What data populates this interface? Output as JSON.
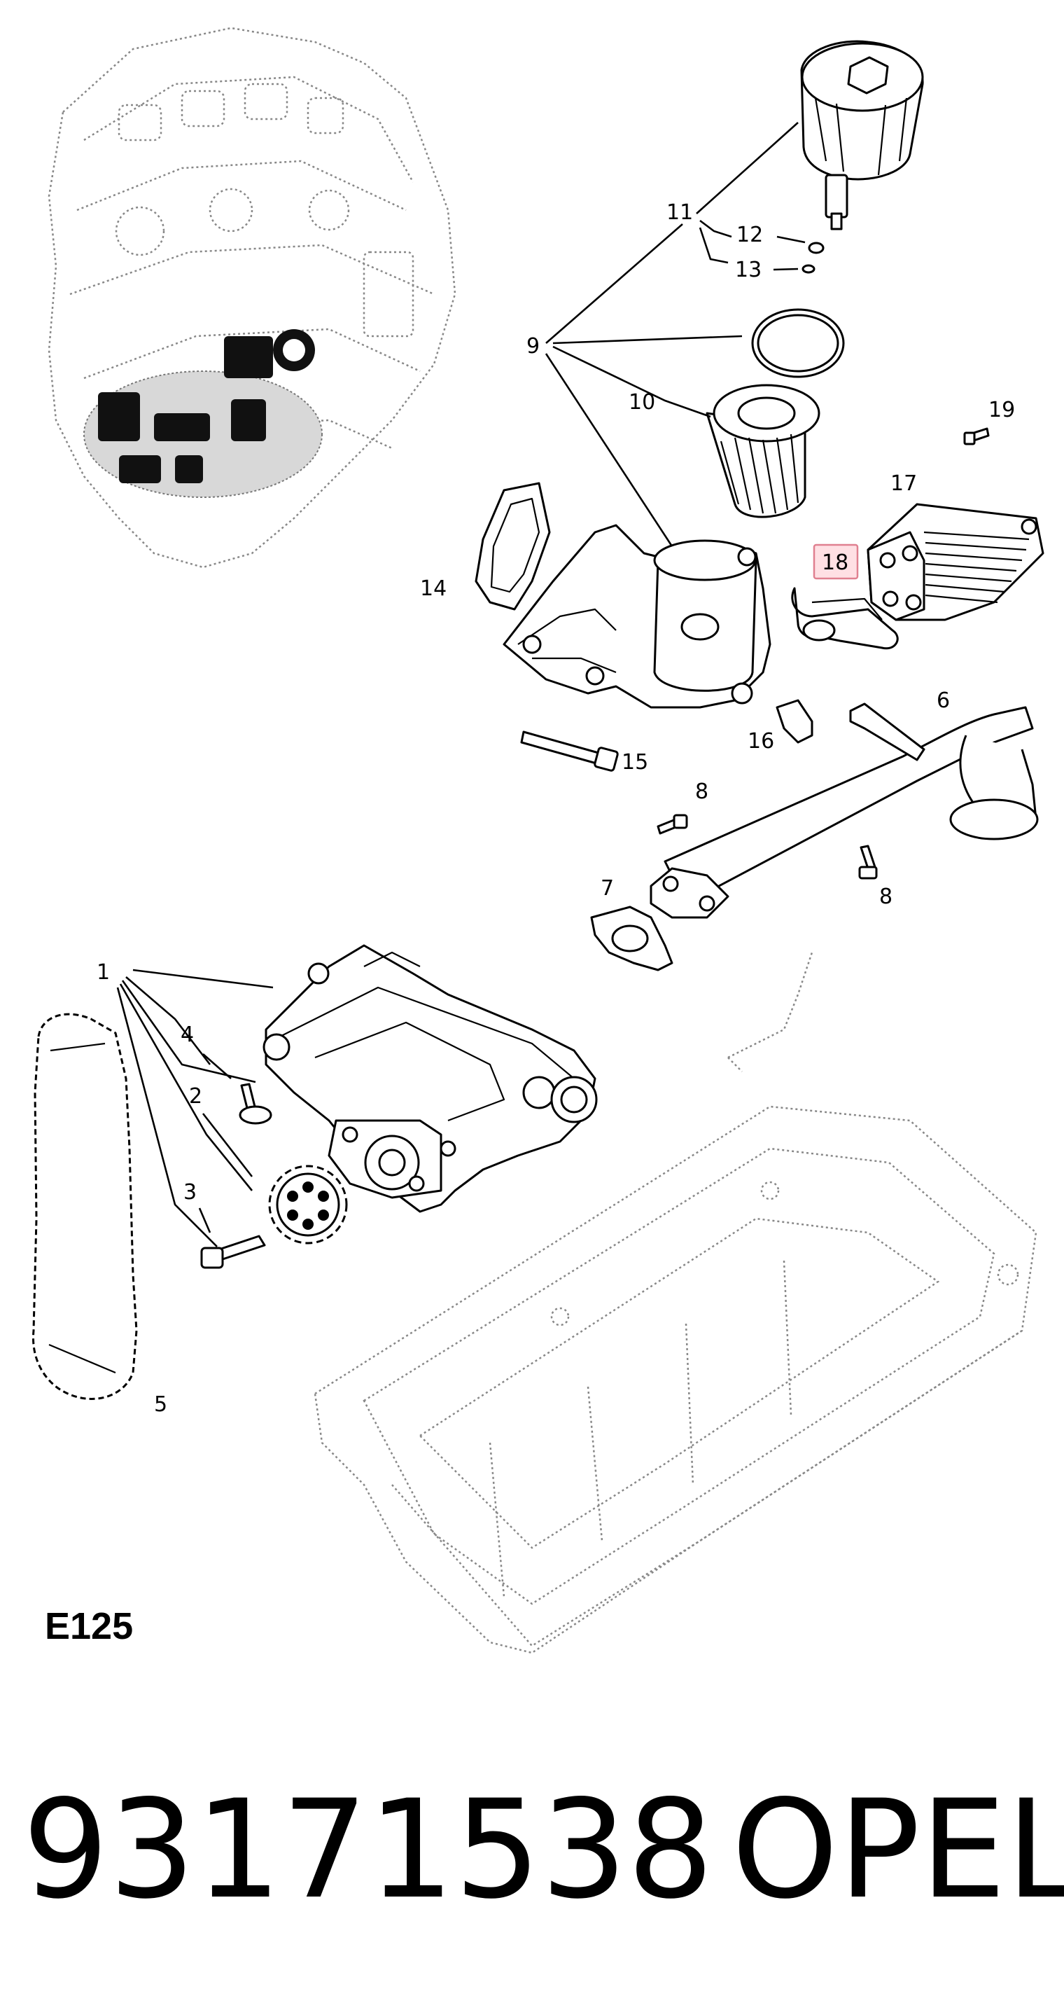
{
  "diagram": {
    "code": "E125",
    "part_number": "93171538",
    "brand": "OPEL",
    "highlighted_callout": "18",
    "highlight_color": "#e08090",
    "callouts": [
      "1",
      "2",
      "3",
      "4",
      "5",
      "6",
      "7",
      "8",
      "8",
      "9",
      "10",
      "11",
      "12",
      "13",
      "14",
      "15",
      "16",
      "17",
      "18",
      "19"
    ]
  }
}
